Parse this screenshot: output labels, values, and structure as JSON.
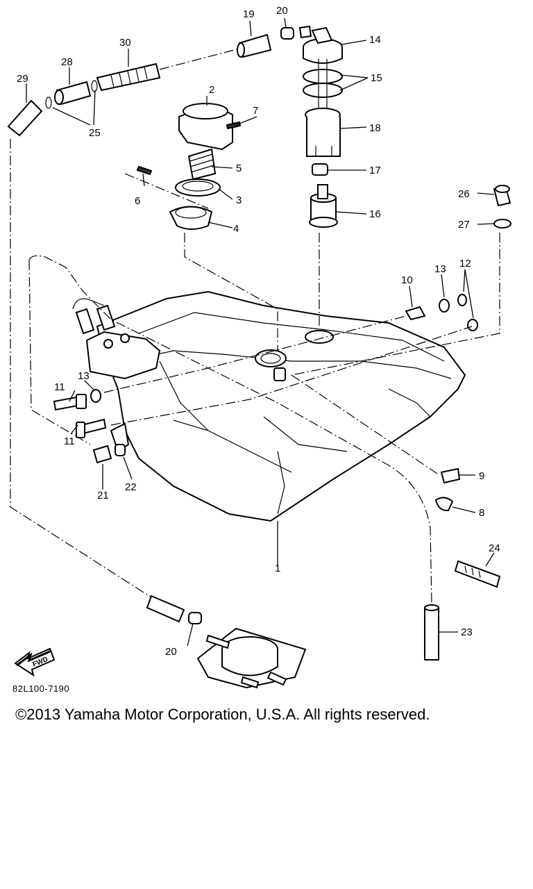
{
  "diagram": {
    "callouts": [
      "1",
      "2",
      "3",
      "4",
      "5",
      "6",
      "7",
      "8",
      "9",
      "10",
      "11",
      "11",
      "12",
      "13",
      "13",
      "14",
      "15",
      "16",
      "17",
      "18",
      "19",
      "20",
      "20",
      "21",
      "22",
      "23",
      "24",
      "25",
      "26",
      "27",
      "28",
      "29",
      "30"
    ],
    "fwd_label": "FWD",
    "reference_code": "82L100-7190"
  },
  "footer": {
    "copyright": "©2013 Yamaha Motor Corporation, U.S.A. All rights reserved."
  }
}
